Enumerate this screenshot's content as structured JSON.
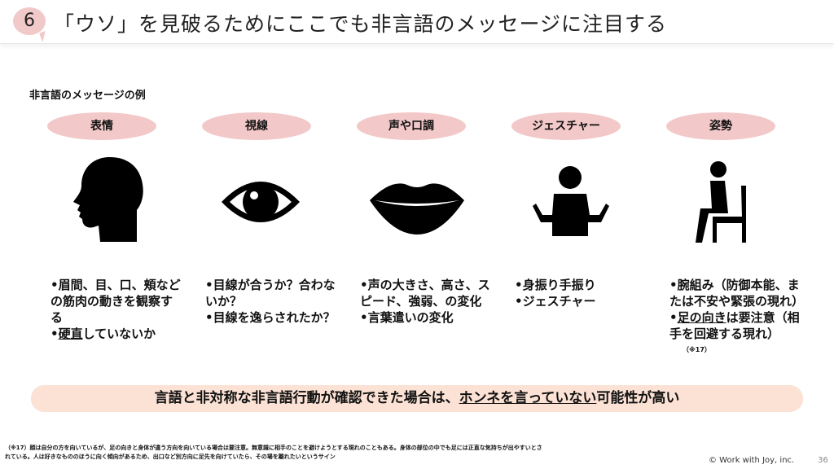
{
  "header": {
    "number": "6",
    "title": "「ウソ」を見破るためにここでも非言語のメッセージに注目する"
  },
  "subtitle": "非言語のメッセージの例",
  "columns": [
    {
      "label": "表情",
      "icon": "head-silhouette-icon",
      "bullets": [
        "•眉間、目、口、頬などの筋肉の動きを観察する"
      ],
      "b2_pre": "•",
      "b2_u": "硬直",
      "b2_post": "していないか"
    },
    {
      "label": "視線",
      "icon": "eye-icon",
      "bullets": [
        "•目線が合うか？合わないか？",
        "•目線を逸らされたか？"
      ]
    },
    {
      "label": "声や口調",
      "icon": "lips-icon",
      "bullets": [
        "•声の大きさ、高さ、スピード、強弱、の変化",
        "•言葉遣いの変化"
      ]
    },
    {
      "label": "ジェスチャー",
      "icon": "gesture-person-icon",
      "bullets": [
        "•身振り手振り",
        "•ジェスチャー"
      ]
    },
    {
      "label": "姿勢",
      "icon": "seated-person-icon",
      "bullets": [
        "•腕組み（防御本能、または不安や緊張の現れ）"
      ],
      "b2_pre": "•",
      "b2_u": "足の向き",
      "b2_post": "は要注意（相手を回避する現れ）",
      "note": "（※17）"
    }
  ],
  "banner": {
    "pre": "言語と非対称な非言語行動が確認できた場合は、",
    "u": "ホンネを言っていない",
    "post": "可能性が高い"
  },
  "footnote": "（※17）顔は自分の方を向いているが、足の向きと身体が違う方向を向いている場合は要注意。無意識に相手のことを避けようとする現れのこともある。身体の部位の中でも足には正直な気持ちが出やすいとされている。人は好きなもののほうに向く傾向があるため、出口など別方向に足先を向けていたら、その場を離れたいというサイン",
  "copyright": "© Work with Joy, inc.",
  "page": "36"
}
